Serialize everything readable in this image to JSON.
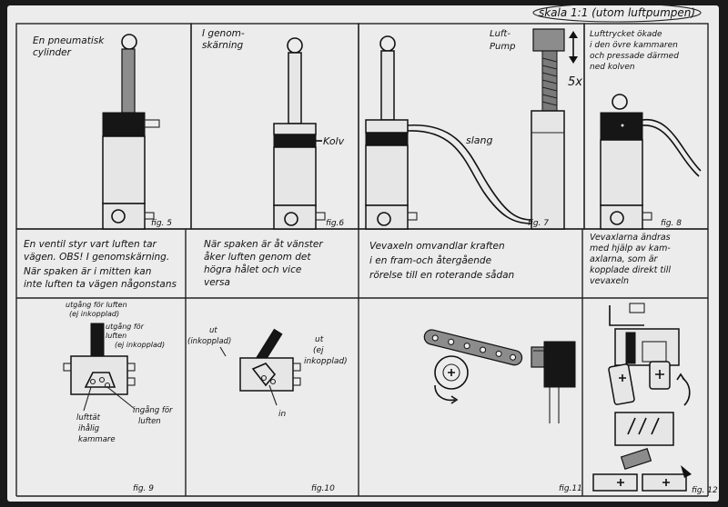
{
  "header": {
    "scale_note": "skala 1:1 (utom luftpumpen)"
  },
  "top_row": [
    {
      "id": "fig5",
      "title_lines": [
        "En pneumatisk",
        "cylinder"
      ],
      "fig_label": "fig. 5"
    },
    {
      "id": "fig6",
      "title_lines": [
        "I genom-",
        "skärning"
      ],
      "part_label": "Kolv",
      "fig_label": "fig.6"
    },
    {
      "id": "fig7",
      "pump_label_lines": [
        "Luft-",
        "Pump"
      ],
      "multiplier": "5x",
      "hose_label": "slang",
      "fig_label": "fig. 7"
    },
    {
      "id": "fig8",
      "text_lines": [
        "Lufttrycket ökade",
        "i den övre kammaren",
        "och pressade därmed",
        "ned kolven"
      ],
      "fig_label": "fig. 8"
    }
  ],
  "middle_row": [
    {
      "id": "desc9",
      "text_lines": [
        "En ventil styr vart luften tar",
        "vägen. OBS! I genomskärning.",
        "När spaken är i mitten kan",
        "inte luften ta vägen någonstans"
      ]
    },
    {
      "id": "desc10",
      "text_lines": [
        "När spaken är åt vänster",
        "åker luften genom det",
        "högra hålet och vice",
        "versa"
      ]
    },
    {
      "id": "desc11",
      "text_lines": [
        "Vevaxeln omvandlar kraften",
        "i en fram-och återgående",
        "rörelse till en roterande sådan"
      ]
    },
    {
      "id": "desc12",
      "text_lines": [
        "Vevaxlarna ändras",
        "med hjälp av kam-",
        "axlarna, som är",
        "kopplade direkt till",
        "vevaxeln"
      ]
    }
  ],
  "bottom_row": [
    {
      "id": "fig9",
      "labels": {
        "outlet_left_lines": [
          "utgång för luften",
          "(ej inkopplad)"
        ],
        "outlet_right_lines": [
          "utgång för",
          "luften",
          "(ej inkopplad)"
        ],
        "inlet_lines": [
          "ingång för",
          "luften"
        ],
        "chamber_lines": [
          "lufttät",
          "ihålig",
          "kammare"
        ]
      },
      "fig_label": "fig. 9"
    },
    {
      "id": "fig10",
      "labels": {
        "out_left_lines": [
          "ut",
          "(inkopplad)"
        ],
        "out_right_lines": [
          "ut",
          "(ej",
          "inkopplad)"
        ],
        "in_label": "in"
      },
      "fig_label": "fig.10"
    },
    {
      "id": "fig11",
      "fig_label": "fig.11"
    },
    {
      "id": "fig12",
      "fig_label": "fig. 12"
    }
  ],
  "colors": {
    "paper": "#ececec",
    "ink": "#111111",
    "background": "#1a1a1a",
    "fill_grey": "#8c8c8c"
  }
}
